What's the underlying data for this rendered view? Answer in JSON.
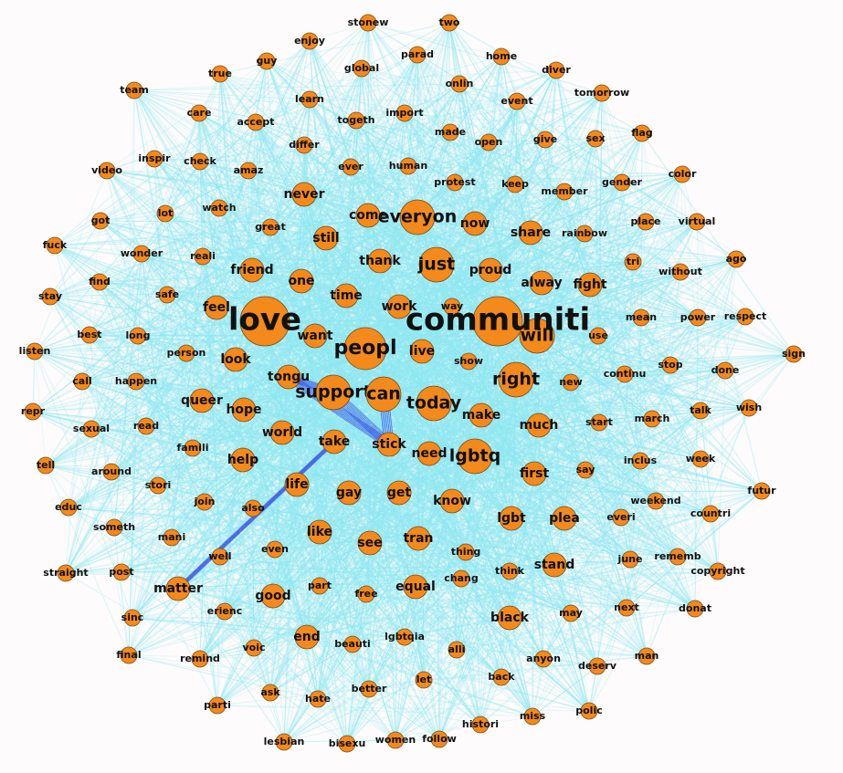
{
  "colors": {
    "background": "#fdfbfb",
    "web": "#8ee8f2",
    "strong_edge": "#2a3ee0",
    "node_fill": "#f4891c",
    "node_stroke": "#7a4a14",
    "label": "#111111"
  },
  "graph": {
    "nodes": [
      {
        "id": "love",
        "size": 5
      },
      {
        "id": "communiti",
        "size": 5
      },
      {
        "id": "peopl",
        "size": 4
      },
      {
        "id": "will",
        "size": 3
      },
      {
        "id": "support",
        "size": 3
      },
      {
        "id": "can",
        "size": 3
      },
      {
        "id": "lgbtq",
        "size": 3
      },
      {
        "id": "right",
        "size": 3
      },
      {
        "id": "just",
        "size": 3
      },
      {
        "id": "today",
        "size": 3
      },
      {
        "id": "everyon",
        "size": 3
      },
      {
        "id": "come",
        "size": 2
      },
      {
        "id": "proud",
        "size": 2
      },
      {
        "id": "stick",
        "size": 2
      },
      {
        "id": "live",
        "size": 2
      },
      {
        "id": "tongu",
        "size": 2
      },
      {
        "id": "thank",
        "size": 2
      },
      {
        "id": "want",
        "size": 2
      },
      {
        "id": "one",
        "size": 2
      },
      {
        "id": "gay",
        "size": 2
      },
      {
        "id": "like",
        "size": 2
      },
      {
        "id": "make",
        "size": 2
      },
      {
        "id": "need",
        "size": 2
      },
      {
        "id": "know",
        "size": 2
      },
      {
        "id": "tran",
        "size": 2
      },
      {
        "id": "get",
        "size": 2
      },
      {
        "id": "see",
        "size": 2
      },
      {
        "id": "equal",
        "size": 2
      },
      {
        "id": "black",
        "size": 2
      },
      {
        "id": "lgbt",
        "size": 2
      },
      {
        "id": "plea",
        "size": 2
      },
      {
        "id": "much",
        "size": 2
      },
      {
        "id": "first",
        "size": 2
      },
      {
        "id": "stand",
        "size": 2
      },
      {
        "id": "still",
        "size": 2
      },
      {
        "id": "time",
        "size": 2
      },
      {
        "id": "work",
        "size": 2
      },
      {
        "id": "now",
        "size": 2
      },
      {
        "id": "friend",
        "size": 2
      },
      {
        "id": "feel",
        "size": 2
      },
      {
        "id": "alway",
        "size": 2
      },
      {
        "id": "fight",
        "size": 2
      },
      {
        "id": "share",
        "size": 2
      },
      {
        "id": "hope",
        "size": 2
      },
      {
        "id": "queer",
        "size": 2
      },
      {
        "id": "world",
        "size": 2
      },
      {
        "id": "take",
        "size": 2
      },
      {
        "id": "help",
        "size": 2
      },
      {
        "id": "look",
        "size": 2
      },
      {
        "id": "life",
        "size": 2
      },
      {
        "id": "matter",
        "size": 2
      },
      {
        "id": "end",
        "size": 2
      },
      {
        "id": "good",
        "size": 2
      },
      {
        "id": "never",
        "size": 2
      },
      {
        "id": "way",
        "size": 1
      },
      {
        "id": "show",
        "size": 1
      },
      {
        "id": "new",
        "size": 1
      },
      {
        "id": "continu",
        "size": 1
      },
      {
        "id": "start",
        "size": 1
      },
      {
        "id": "say",
        "size": 1
      },
      {
        "id": "inclus",
        "size": 1
      },
      {
        "id": "everi",
        "size": 1
      },
      {
        "id": "june",
        "size": 1
      },
      {
        "id": "think",
        "size": 1
      },
      {
        "id": "thing",
        "size": 1
      },
      {
        "id": "chang",
        "size": 1
      },
      {
        "id": "free",
        "size": 1
      },
      {
        "id": "part",
        "size": 1
      },
      {
        "id": "even",
        "size": 1
      },
      {
        "id": "well",
        "size": 1
      },
      {
        "id": "also",
        "size": 1
      },
      {
        "id": "join",
        "size": 1
      },
      {
        "id": "famili",
        "size": 1
      },
      {
        "id": "stori",
        "size": 1
      },
      {
        "id": "mani",
        "size": 1
      },
      {
        "id": "person",
        "size": 1
      },
      {
        "id": "great",
        "size": 1
      },
      {
        "id": "watch",
        "size": 1
      },
      {
        "id": "reali",
        "size": 1
      },
      {
        "id": "amaz",
        "size": 1
      },
      {
        "id": "differ",
        "size": 1
      },
      {
        "id": "ever",
        "size": 1
      },
      {
        "id": "human",
        "size": 1
      },
      {
        "id": "protest",
        "size": 1
      },
      {
        "id": "keep",
        "size": 1
      },
      {
        "id": "member",
        "size": 1
      },
      {
        "id": "rainbow",
        "size": 1
      },
      {
        "id": "gender",
        "size": 1
      },
      {
        "id": "place",
        "size": 1
      },
      {
        "id": "tri",
        "size": 1
      },
      {
        "id": "mean",
        "size": 1
      },
      {
        "id": "use",
        "size": 1
      },
      {
        "id": "stop",
        "size": 1
      },
      {
        "id": "march",
        "size": 1
      },
      {
        "id": "talk",
        "size": 1
      },
      {
        "id": "week",
        "size": 1
      },
      {
        "id": "weekend",
        "size": 1
      },
      {
        "id": "rememb",
        "size": 1
      },
      {
        "id": "lgbtqia",
        "size": 1
      },
      {
        "id": "erienc",
        "size": 1
      },
      {
        "id": "beauti",
        "size": 1
      },
      {
        "id": "alli",
        "size": 1
      },
      {
        "id": "back",
        "size": 1
      },
      {
        "id": "let",
        "size": 1
      },
      {
        "id": "anyon",
        "size": 1
      },
      {
        "id": "may",
        "size": 1
      },
      {
        "id": "next",
        "size": 1
      },
      {
        "id": "stonew",
        "size": 1
      },
      {
        "id": "two",
        "size": 1
      },
      {
        "id": "enjoy",
        "size": 1
      },
      {
        "id": "global",
        "size": 1
      },
      {
        "id": "parad",
        "size": 1
      },
      {
        "id": "home",
        "size": 1
      },
      {
        "id": "guy",
        "size": 1
      },
      {
        "id": "diver",
        "size": 1
      },
      {
        "id": "true",
        "size": 1
      },
      {
        "id": "onlin",
        "size": 1
      },
      {
        "id": "team",
        "size": 1
      },
      {
        "id": "learn",
        "size": 1
      },
      {
        "id": "event",
        "size": 1
      },
      {
        "id": "tomorrow",
        "size": 1
      },
      {
        "id": "care",
        "size": 1
      },
      {
        "id": "accept",
        "size": 1
      },
      {
        "id": "togeth",
        "size": 1
      },
      {
        "id": "import",
        "size": 1
      },
      {
        "id": "made",
        "size": 1
      },
      {
        "id": "give",
        "size": 1
      },
      {
        "id": "sex",
        "size": 1
      },
      {
        "id": "flag",
        "size": 1
      },
      {
        "id": "open",
        "size": 1
      },
      {
        "id": "inspir",
        "size": 1
      },
      {
        "id": "check",
        "size": 1
      },
      {
        "id": "video",
        "size": 1
      },
      {
        "id": "color",
        "size": 1
      },
      {
        "id": "lot",
        "size": 1
      },
      {
        "id": "virtual",
        "size": 1
      },
      {
        "id": "got",
        "size": 1
      },
      {
        "id": "fuck",
        "size": 1
      },
      {
        "id": "wonder",
        "size": 1
      },
      {
        "id": "ago",
        "size": 1
      },
      {
        "id": "find",
        "size": 1
      },
      {
        "id": "without",
        "size": 1
      },
      {
        "id": "stay",
        "size": 1
      },
      {
        "id": "safe",
        "size": 1
      },
      {
        "id": "best",
        "size": 1
      },
      {
        "id": "long",
        "size": 1
      },
      {
        "id": "power",
        "size": 1
      },
      {
        "id": "respect",
        "size": 1
      },
      {
        "id": "listen",
        "size": 1
      },
      {
        "id": "sign",
        "size": 1
      },
      {
        "id": "call",
        "size": 1
      },
      {
        "id": "happen",
        "size": 1
      },
      {
        "id": "done",
        "size": 1
      },
      {
        "id": "repr",
        "size": 1
      },
      {
        "id": "sexual",
        "size": 1
      },
      {
        "id": "read",
        "size": 1
      },
      {
        "id": "wish",
        "size": 1
      },
      {
        "id": "tell",
        "size": 1
      },
      {
        "id": "around",
        "size": 1
      },
      {
        "id": "futur",
        "size": 1
      },
      {
        "id": "educ",
        "size": 1
      },
      {
        "id": "countri",
        "size": 1
      },
      {
        "id": "someth",
        "size": 1
      },
      {
        "id": "straight",
        "size": 1
      },
      {
        "id": "post",
        "size": 1
      },
      {
        "id": "copyright",
        "size": 1
      },
      {
        "id": "sinc",
        "size": 1
      },
      {
        "id": "donat",
        "size": 1
      },
      {
        "id": "final",
        "size": 1
      },
      {
        "id": "remind",
        "size": 1
      },
      {
        "id": "voic",
        "size": 1
      },
      {
        "id": "man",
        "size": 1
      },
      {
        "id": "deserv",
        "size": 1
      },
      {
        "id": "ask",
        "size": 1
      },
      {
        "id": "hate",
        "size": 1
      },
      {
        "id": "better",
        "size": 1
      },
      {
        "id": "polic",
        "size": 1
      },
      {
        "id": "parti",
        "size": 1
      },
      {
        "id": "miss",
        "size": 1
      },
      {
        "id": "histori",
        "size": 1
      },
      {
        "id": "lesbian",
        "size": 1
      },
      {
        "id": "bisexu",
        "size": 1
      },
      {
        "id": "women",
        "size": 1
      },
      {
        "id": "follow",
        "size": 1
      }
    ],
    "strong_edges": [
      [
        "support",
        "stick"
      ],
      [
        "tongu",
        "stick"
      ],
      [
        "can",
        "stick"
      ],
      [
        "tongu",
        "support"
      ],
      [
        "matter",
        "take"
      ]
    ]
  }
}
